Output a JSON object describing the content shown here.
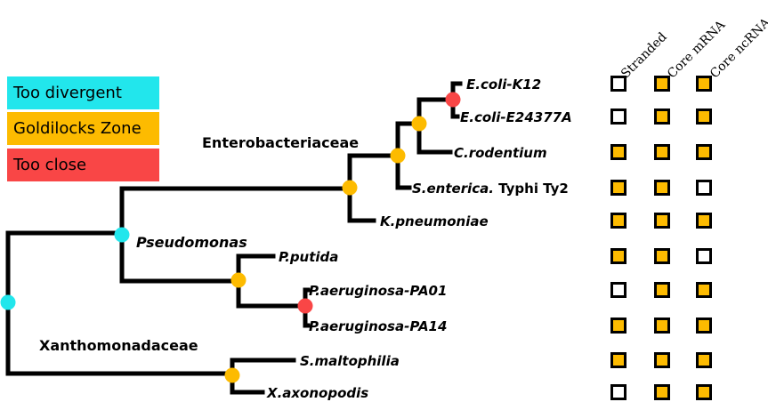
{
  "colors": {
    "too_divergent": "#22e6ec",
    "goldilocks": "#fdbb00",
    "too_close": "#f94646",
    "branch": "#000000",
    "box_filled": "#fdbb00",
    "box_empty": "#ffffff"
  },
  "legend": [
    {
      "key": "too_divergent",
      "label": "Too divergent"
    },
    {
      "key": "goldilocks",
      "label": "Goldilocks Zone"
    },
    {
      "key": "too_close",
      "label": "Too close"
    }
  ],
  "groups": {
    "enterobacteriaceae": "Enterobacteriaceae",
    "pseudomonas": "Pseudomonas",
    "xanthomonadaceae": "Xanthomonadaceae"
  },
  "columns": [
    "Stranded",
    "Core mRNA",
    "Core ncRNA"
  ],
  "species": [
    {
      "name": "E.coli-K12",
      "suffix": "",
      "marks": [
        false,
        true,
        true
      ]
    },
    {
      "name": "E.coli-E24377A",
      "suffix": "",
      "marks": [
        false,
        true,
        true
      ]
    },
    {
      "name": "C.rodentium",
      "suffix": "",
      "marks": [
        true,
        true,
        true
      ]
    },
    {
      "name": "S.enterica.",
      "suffix": "Typhi Ty2",
      "marks": [
        true,
        true,
        false
      ]
    },
    {
      "name": "K.pneumoniae",
      "suffix": "",
      "marks": [
        true,
        true,
        true
      ]
    },
    {
      "name": "P.putida",
      "suffix": "",
      "marks": [
        true,
        true,
        false
      ]
    },
    {
      "name": "P.aeruginosa-PA01",
      "suffix": "",
      "marks": [
        false,
        true,
        true
      ]
    },
    {
      "name": "P.aeruginosa-PA14",
      "suffix": "",
      "marks": [
        true,
        true,
        true
      ]
    },
    {
      "name": "S.maltophilia",
      "suffix": "",
      "marks": [
        true,
        true,
        true
      ]
    },
    {
      "name": "X.axonopodis",
      "suffix": "",
      "marks": [
        false,
        true,
        true
      ]
    }
  ],
  "nodes": [
    {
      "id": "root",
      "category": "too_divergent"
    },
    {
      "id": "proteo",
      "category": "too_divergent"
    },
    {
      "id": "entero",
      "category": "goldilocks"
    },
    {
      "id": "entero_inner",
      "category": "goldilocks"
    },
    {
      "id": "ecoli_cit",
      "category": "goldilocks"
    },
    {
      "id": "ecoli",
      "category": "too_close"
    },
    {
      "id": "pseudo",
      "category": "goldilocks"
    },
    {
      "id": "paer",
      "category": "too_close"
    },
    {
      "id": "xantho",
      "category": "goldilocks"
    }
  ]
}
